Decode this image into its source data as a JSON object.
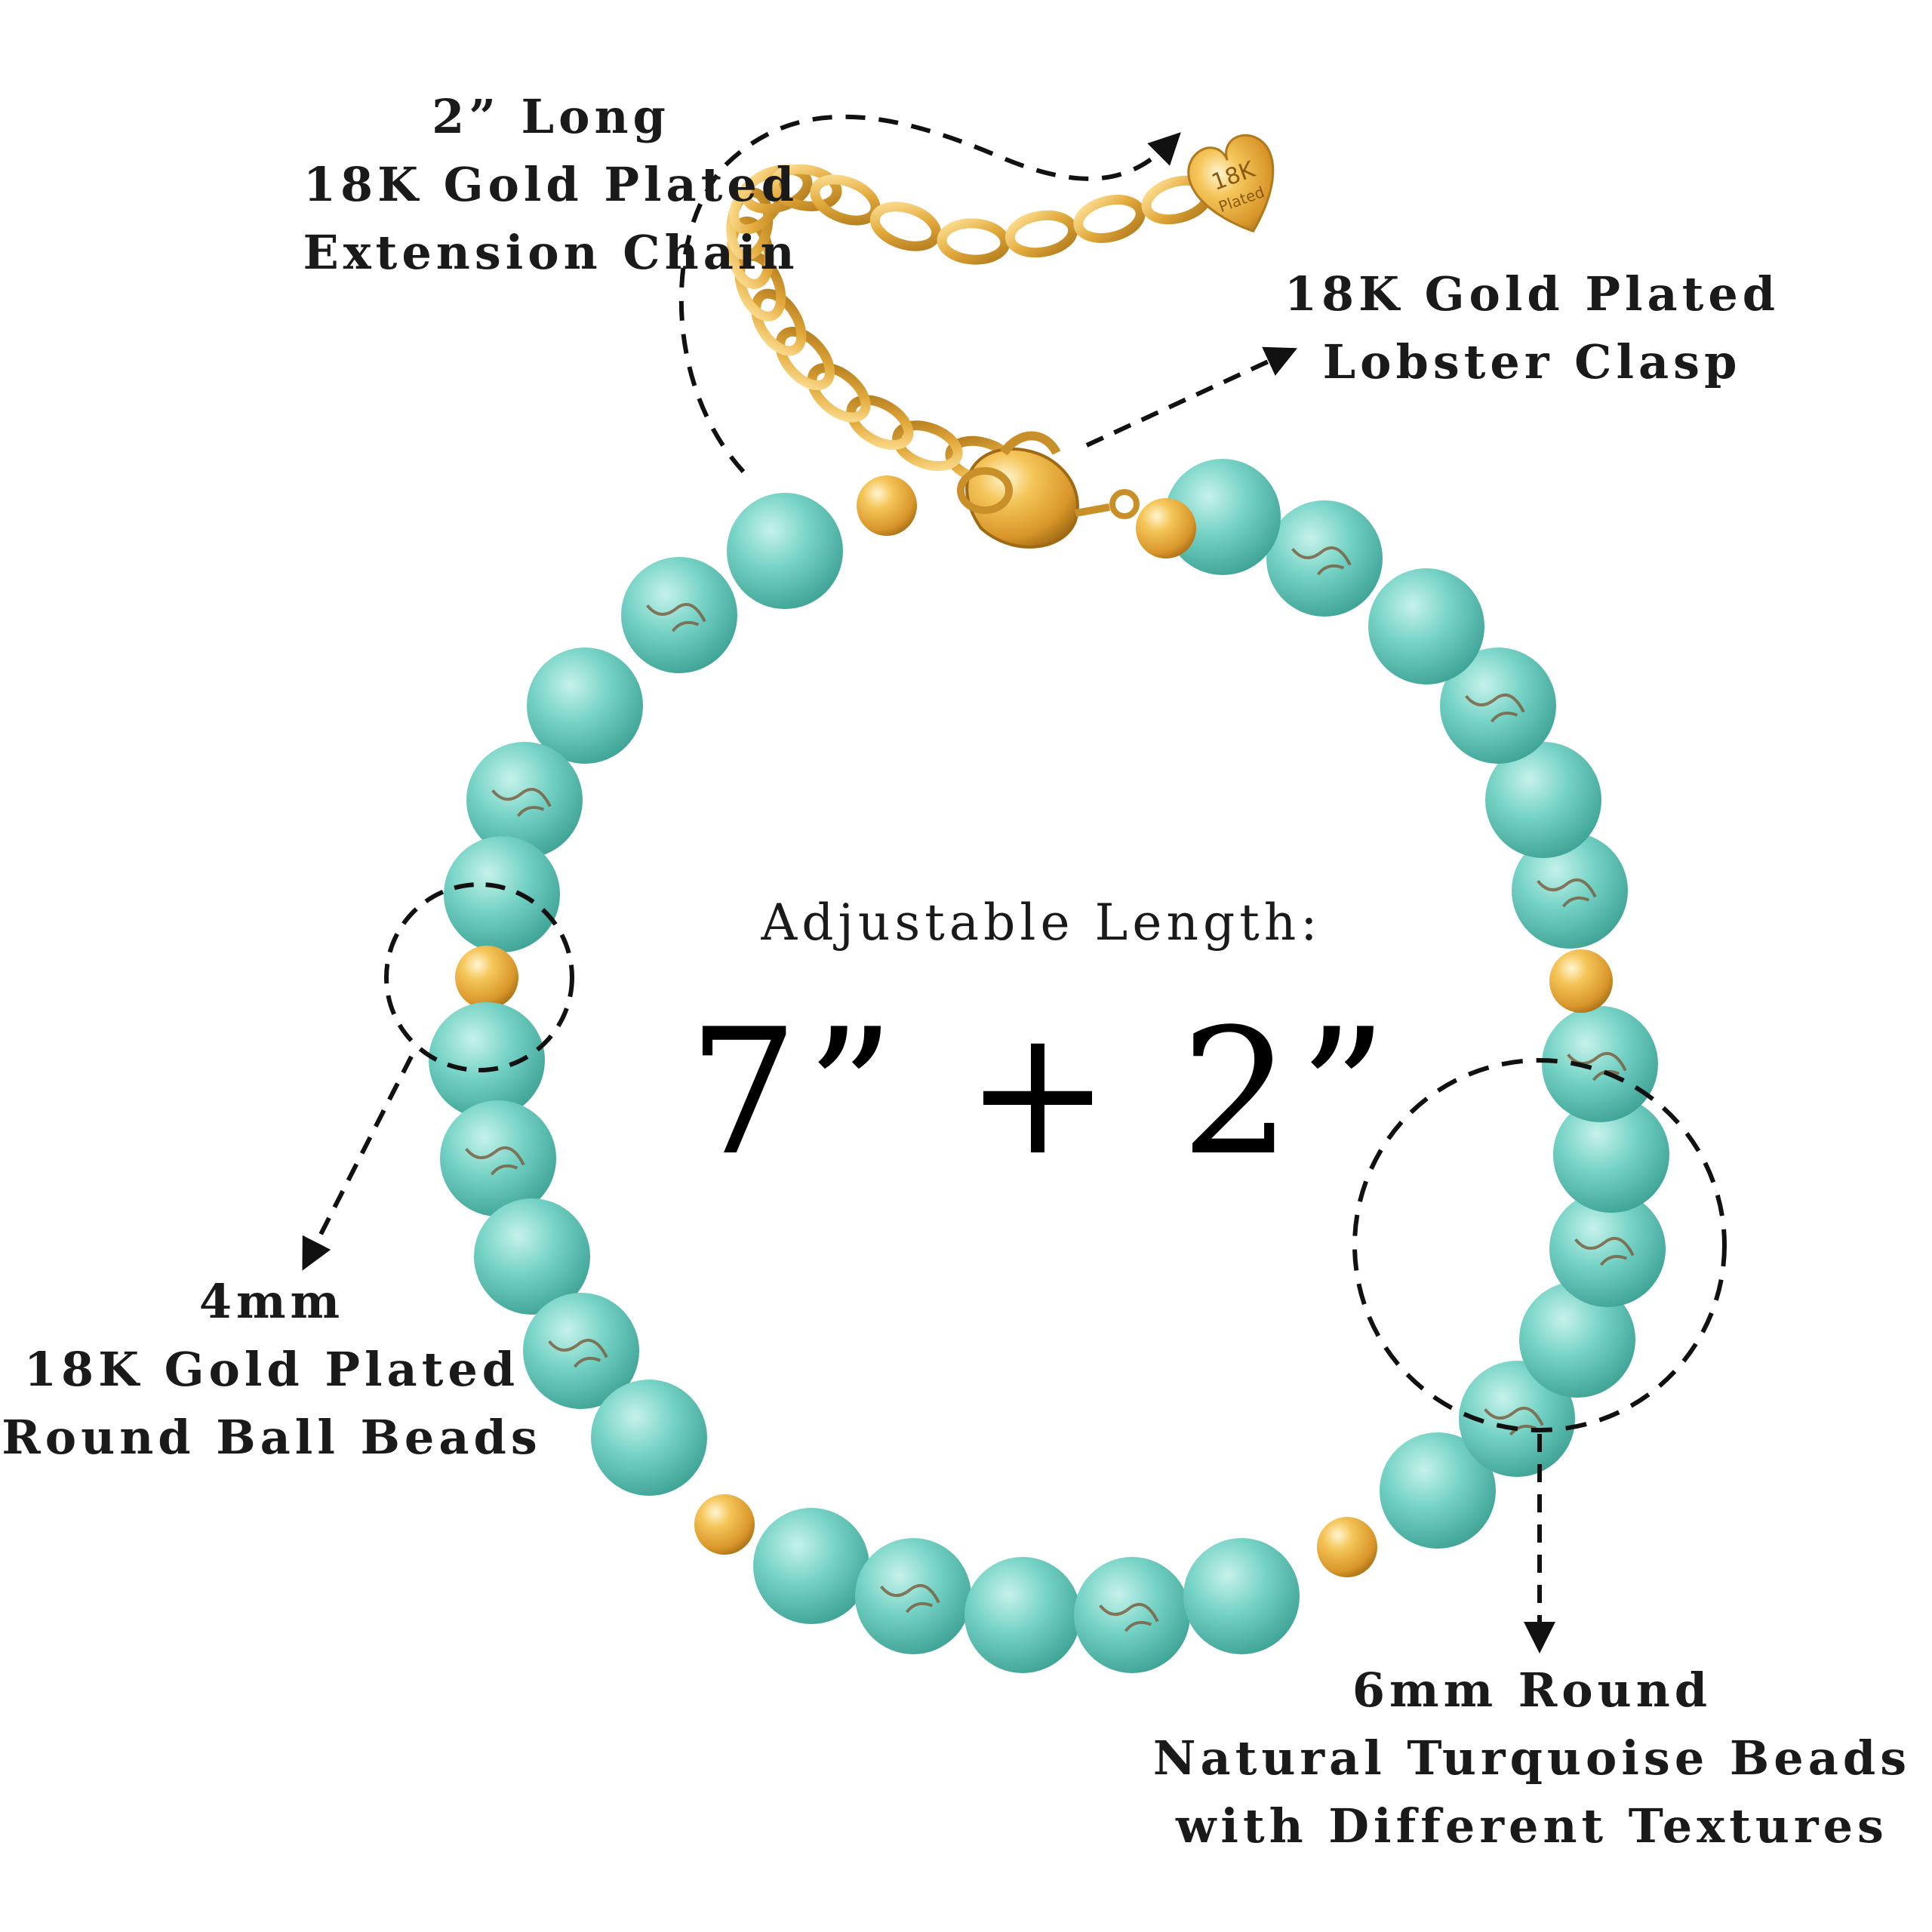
{
  "labels": {
    "extension_chain": [
      "2” Long",
      "18K Gold Plated",
      "Extension Chain"
    ],
    "lobster_clasp": [
      "18K Gold Plated",
      "Lobster Clasp"
    ],
    "gold_beads": [
      "4mm",
      "18K Gold Plated",
      "Round Ball Beads"
    ],
    "turquoise_beads": [
      "6mm Round",
      "Natural Turquoise Beads",
      "with Different Textures"
    ]
  },
  "center": {
    "heading": "Adjustable Length:",
    "value": "7” + 2”"
  },
  "tag_text": [
    "18K",
    "Plated"
  ],
  "colors": {
    "turquoise": "#6fcfc2",
    "turquoise_dark": "#3fa99b",
    "turquoise_light": "#b8ece3",
    "gold": "#e2a93b",
    "gold_light": "#ffe39a",
    "gold_dark": "#b07a1c",
    "matrix_vein": "#7a5a3a",
    "annotation": "#111111"
  },
  "icons": [
    "dashed-arrow-icon",
    "dashed-circle-icon",
    "heart-tag-icon",
    "lobster-clasp-icon"
  ]
}
